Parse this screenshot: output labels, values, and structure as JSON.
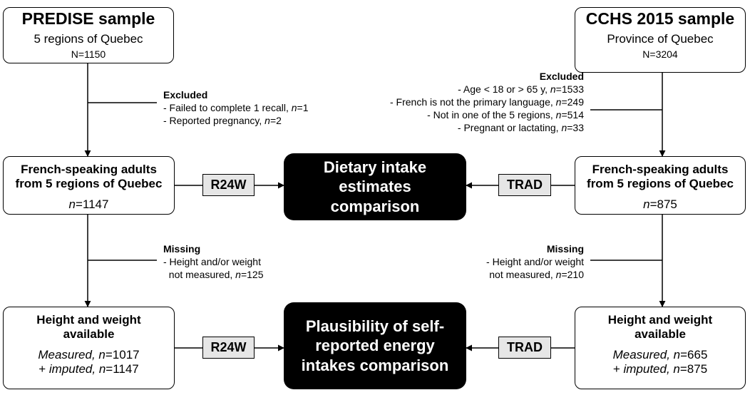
{
  "left_column": {
    "top_box": {
      "title": "PREDISE sample",
      "subtitle": "5 regions of Quebec",
      "n_text": "N=1150"
    },
    "excluded": {
      "heading": "Excluded",
      "items": [
        "- Failed to complete 1 recall, ",
        "- Reported pregnancy, "
      ],
      "counts": [
        "=1",
        "=2"
      ],
      "n_letter": "n"
    },
    "mid_box": {
      "line1": "French-speaking adults",
      "line2": "from 5 regions of Quebec",
      "n_letter": "n",
      "n_value": "=1147"
    },
    "missing": {
      "heading": "Missing",
      "line1": "- Height and/or weight",
      "line2_text": "not measured, ",
      "n_letter": "n",
      "n_value": "=125"
    },
    "bottom_box": {
      "line1": "Height and weight",
      "line2": "available",
      "measured_label": "Measured, ",
      "measured_n": "=1017",
      "imputed_prefix": "+ ",
      "imputed_label": "imputed, ",
      "imputed_n": "=1147",
      "n_letter": "n"
    },
    "tag_mid": "R24W",
    "tag_bottom": "R24W"
  },
  "right_column": {
    "top_box": {
      "title": "CCHS 2015 sample",
      "subtitle": "Province of Quebec",
      "n_text": "N=3204"
    },
    "excluded": {
      "heading": "Excluded",
      "items": [
        "- Age < 18 or > 65 y, ",
        "- French is not the primary language, ",
        "- Not in one of the 5 regions, ",
        "- Pregnant or lactating, "
      ],
      "counts": [
        "=1533",
        "=249",
        "=514",
        "=33"
      ],
      "n_letter": "n"
    },
    "mid_box": {
      "line1": "French-speaking adults",
      "line2": "from 5 regions of Quebec",
      "n_letter": "n",
      "n_value": "=875"
    },
    "missing": {
      "heading": "Missing",
      "line1": "- Height and/or weight",
      "line2_text": "not measured, ",
      "n_letter": "n",
      "n_value": "=210"
    },
    "bottom_box": {
      "line1": "Height and weight",
      "line2": "available",
      "measured_label": "Measured, ",
      "measured_n": "=665",
      "imputed_prefix": "+ ",
      "imputed_label": "imputed, ",
      "imputed_n": "=875",
      "n_letter": "n"
    },
    "tag_mid": "TRAD",
    "tag_bottom": "TRAD"
  },
  "center": {
    "top": {
      "line1": "Dietary intake",
      "line2": "estimates",
      "line3": "comparison"
    },
    "bottom": {
      "line1": "Plausibility of self-",
      "line2": "reported energy",
      "line3": "intakes comparison"
    }
  }
}
